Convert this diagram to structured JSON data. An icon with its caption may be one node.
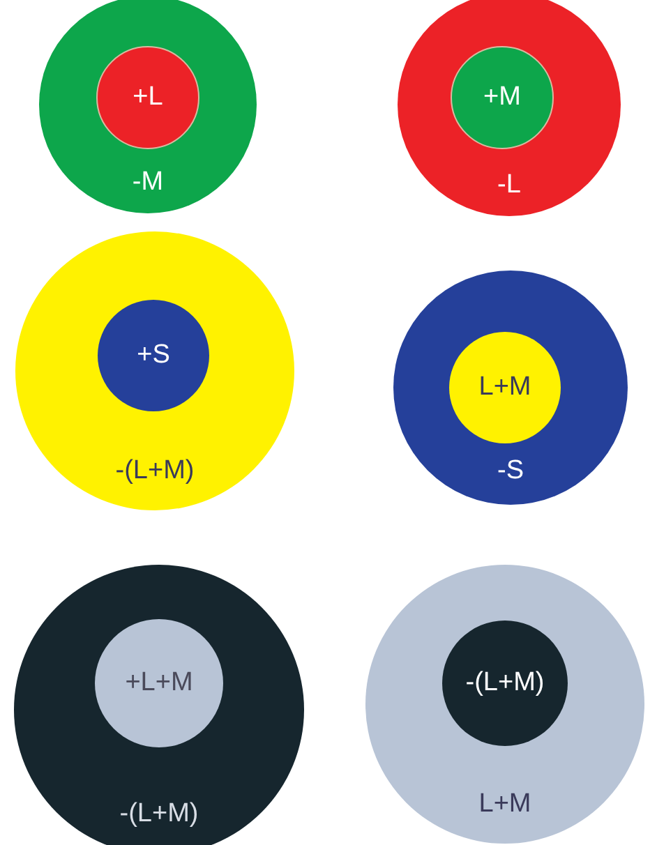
{
  "diagram": {
    "nodes": [
      {
        "text": [
          "-M"
        ]
      },
      {
        "text": [
          "+L"
        ],
        "in": 0
      },
      {
        "text": [
          "-L"
        ]
      },
      {
        "text": [
          "+M"
        ],
        "in": 2
      },
      {
        "text": [
          "-(L+M)"
        ]
      },
      {
        "text": [
          "+S"
        ],
        "in": 4
      },
      {
        "text": [
          "-S"
        ]
      },
      {
        "text": [
          "L+M"
        ],
        "in": 6
      },
      {
        "text": [
          "-(L+M)"
        ]
      },
      {
        "text": [
          "+L+M"
        ],
        "in": 8
      },
      {
        "text": [
          "L+M"
        ]
      },
      {
        "text": [
          "-(L+M)"
        ],
        "in": 10
      }
    ]
  }
}
